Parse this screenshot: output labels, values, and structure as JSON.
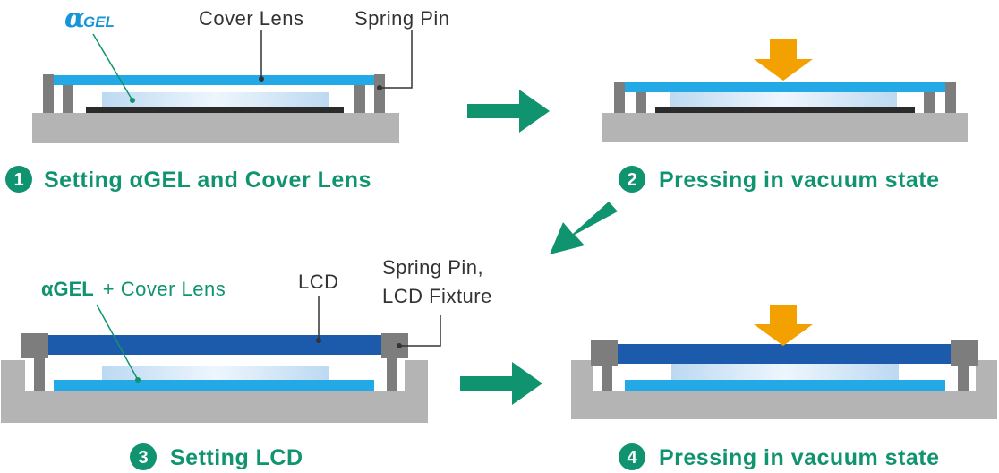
{
  "colors": {
    "teal": "#109470",
    "cover_lens": "#22a9e6",
    "lcd": "#1c5aab",
    "gel": "#cfe6f8",
    "base": "#b4b4b4",
    "pin": "#7d7d7d",
    "press_arrow": "#f3a100",
    "leader": "#333333"
  },
  "logo": {
    "alpha": "α",
    "text": "GEL"
  },
  "labels": {
    "cover_lens": "Cover Lens",
    "spring_pin": "Spring Pin",
    "agel": "αGEL",
    "plus_cover_lens": "+ Cover Lens",
    "lcd": "LCD",
    "spring_pin_lcd_line1": "Spring Pin,",
    "spring_pin_lcd_line2": "LCD Fixture"
  },
  "steps": [
    {
      "number": "1",
      "label": "Setting αGEL and Cover Lens"
    },
    {
      "number": "2",
      "label": "Pressing in vacuum state"
    },
    {
      "number": "3",
      "label": "Setting LCD"
    },
    {
      "number": "4",
      "label": "Pressing in vacuum state"
    }
  ],
  "icons": [
    "right-arrow-icon",
    "down-left-arrow-icon",
    "press-down-arrow-icon"
  ]
}
